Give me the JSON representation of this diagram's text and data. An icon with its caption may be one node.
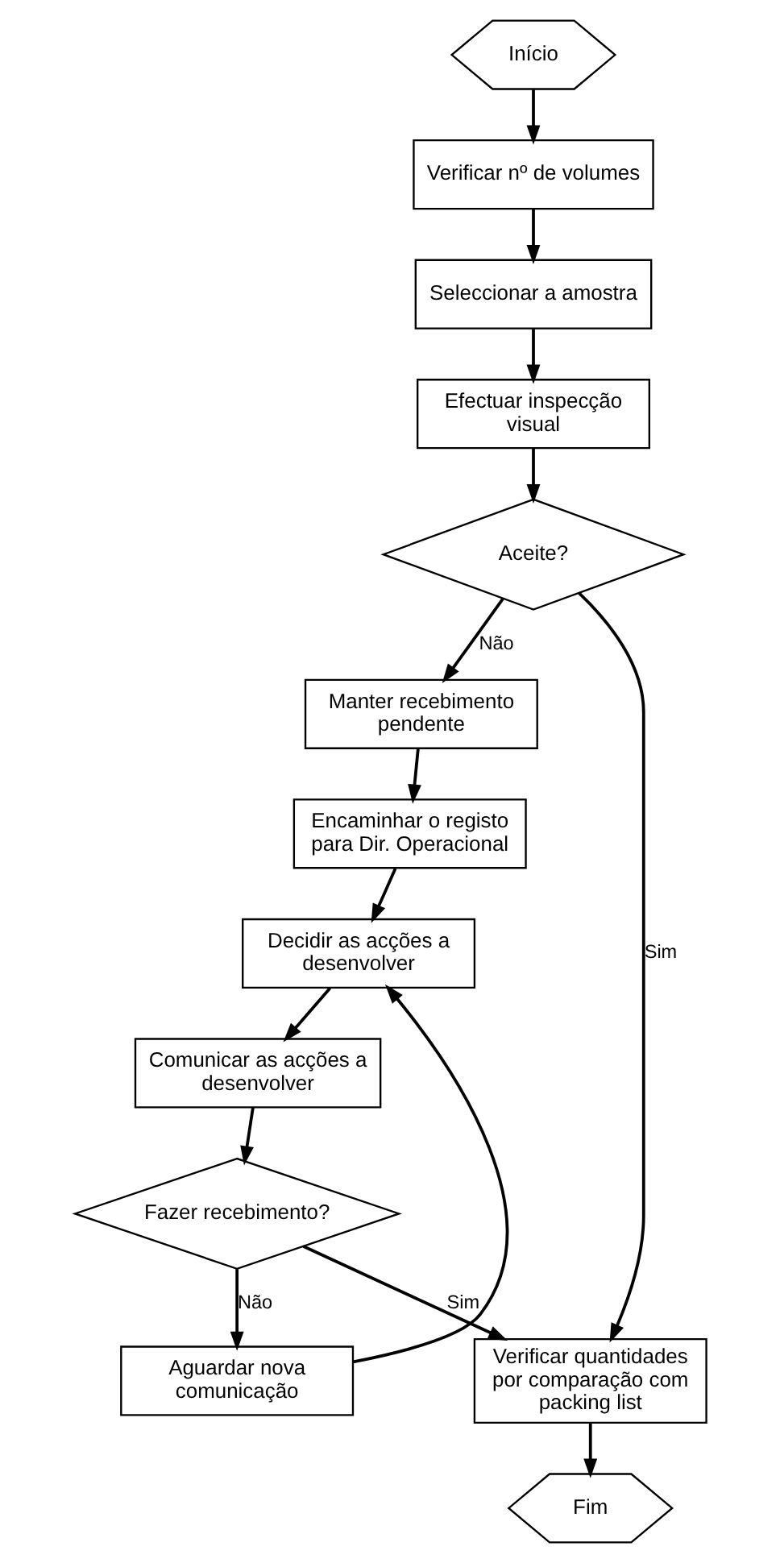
{
  "diagram": {
    "nodes": [
      {
        "text": [
          "Início"
        ]
      },
      {
        "text": [
          "Verificar nº de volumes"
        ]
      },
      {
        "text": [
          "Seleccionar a amostra"
        ]
      },
      {
        "text": [
          "Efectuar inspecção visual"
        ]
      },
      {
        "text": [
          "Aceite?"
        ]
      },
      {
        "text": [
          "Manter recebimento pendente"
        ]
      },
      {
        "text": [
          "Encaminhar o registo para Dir. Operacional"
        ]
      },
      {
        "text": [
          "Decidir as acções a desenvolver"
        ]
      },
      {
        "text": [
          "Comunicar as acções a desenvolver"
        ]
      },
      {
        "text": [
          "Fazer recebimento?"
        ]
      },
      {
        "text": [
          "Verificar quantidades por comparação com packing list"
        ]
      },
      {
        "text": [
          "Aguardar nova comunicação"
        ]
      },
      {
        "text": [
          "Fim"
        ]
      }
    ],
    "edges": [
      {
        "from": 0,
        "to": 1,
        "arrow": "to"
      },
      {
        "from": 1,
        "to": 2,
        "arrow": "to"
      },
      {
        "from": 2,
        "to": 3,
        "arrow": "to"
      },
      {
        "from": 3,
        "to": 4,
        "arrow": "to"
      },
      {
        "from": 4,
        "to": 5,
        "label": "Não",
        "arrow": "to"
      },
      {
        "from": 4,
        "to": 10,
        "label": "Sim",
        "arrow": "to"
      },
      {
        "from": 5,
        "to": 6,
        "arrow": "to"
      },
      {
        "from": 6,
        "to": 7,
        "arrow": "to"
      },
      {
        "from": 7,
        "to": 8,
        "arrow": "to"
      },
      {
        "from": 8,
        "to": 9,
        "arrow": "to"
      },
      {
        "from": 9,
        "to": 10,
        "label": "Sim",
        "arrow": "to"
      },
      {
        "from": 9,
        "to": 11,
        "label": "Não",
        "arrow": "to"
      },
      {
        "from": 11,
        "to": 7,
        "arrow": "to"
      },
      {
        "from": 10,
        "to": 12,
        "arrow": "to"
      }
    ]
  }
}
